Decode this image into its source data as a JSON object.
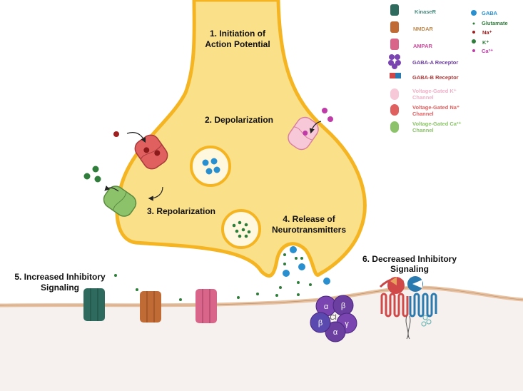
{
  "labels": {
    "step1_line1": "1. Initiation of",
    "step1_line2": "Action Potential",
    "step2": "2. Depolarization",
    "step3": "3. Repolarization",
    "step4_line1": "4. Release of",
    "step4_line2": "Neurotransmitters",
    "step5_line1": "5. Increased Inhibitory",
    "step5_line2": "Signaling",
    "step6_line1": "6. Decreased Inhibitory",
    "step6_line2": "Signaling"
  },
  "gaba_a_subunits": [
    "α",
    "β",
    "γ",
    "α",
    "β"
  ],
  "gaba_a_center": "Cl",
  "legend": {
    "receptors": [
      {
        "line1": "KinaseR",
        "line2": "",
        "color": "#2e6b5e"
      },
      {
        "line1": "NMDAR",
        "line2": "",
        "color": "#c06a35"
      },
      {
        "line1": "AMPAR",
        "line2": "",
        "color": "#d04a9a"
      },
      {
        "line1": "GABA-A Receptor",
        "line2": "",
        "color": "#6b3fa0"
      },
      {
        "line1": "GABA-B Receptor",
        "line2": "",
        "color": "#b03a3a"
      },
      {
        "line1": "Voltage-Gated K⁺",
        "line2": "Channel",
        "color": "#f2b8cc"
      },
      {
        "line1": "Voltage-Gated Na⁺",
        "line2": "Channel",
        "color": "#e06060"
      },
      {
        "line1": "Voltage-Gated Ca²⁺",
        "line2": "Channel",
        "color": "#8cc36a"
      }
    ],
    "molecules": [
      {
        "label": "GABA",
        "color": "#2a8fcf"
      },
      {
        "label": "Glutamate",
        "color": "#2e7d3a"
      },
      {
        "label": "Na⁺",
        "color": "#a02020"
      },
      {
        "label": "K⁺",
        "color": "#2e7d3a"
      },
      {
        "label": "Ca²⁺",
        "color": "#c03aa8"
      }
    ]
  },
  "colors": {
    "terminal_fill": "#fbe08a",
    "terminal_border": "#f5b522",
    "postsynaptic_fill": "#f6f1ee",
    "membrane": "#e8c2a0"
  }
}
